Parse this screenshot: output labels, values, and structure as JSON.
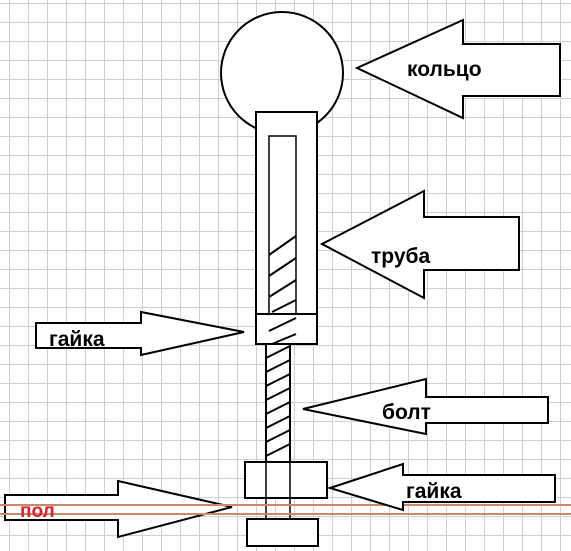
{
  "labels": {
    "ring": "кольцо",
    "tube": "труба",
    "nut_left": "гайка",
    "bolt": "болт",
    "nut_bottom": "гайка",
    "floor": "пол"
  },
  "colors": {
    "line": "#000000",
    "floor_line": "#c8896a",
    "floor_text": "#e0202a",
    "grid": "#cfcfcf"
  }
}
